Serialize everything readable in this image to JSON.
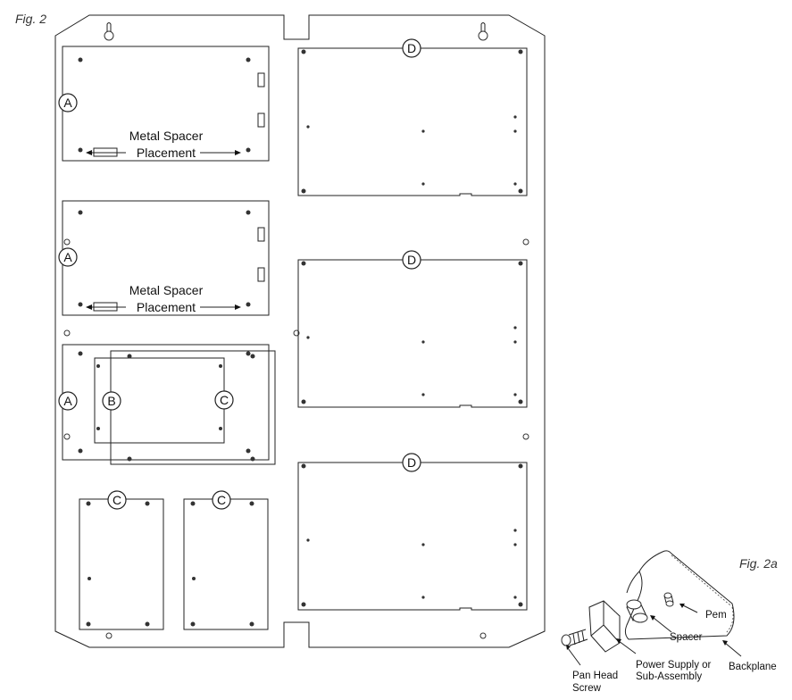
{
  "figure_labels": {
    "main": "Fig. 2",
    "detail": "Fig. 2a"
  },
  "badges": {
    "a": "A",
    "b": "B",
    "c": "C",
    "d": "D"
  },
  "spacer_note": {
    "line1": "Metal Spacer",
    "line2": "Placement"
  },
  "detail_callouts": {
    "pem": "Pem",
    "spacer": "Spacer",
    "power_line1": "Power Supply or",
    "power_line2": "Sub-Assembly",
    "backplane": "Backplane",
    "screw_line1": "Pan Head",
    "screw_line2": "Screw"
  }
}
